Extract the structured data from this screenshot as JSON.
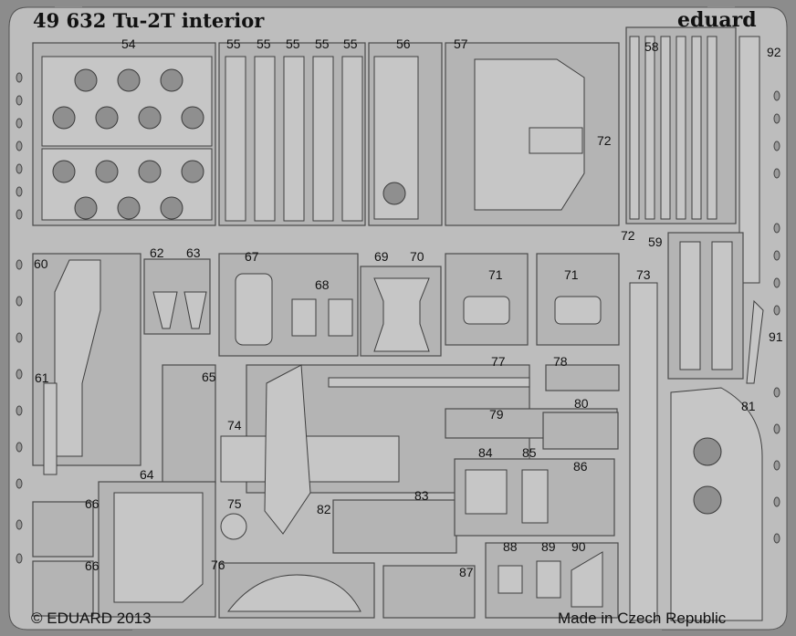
{
  "header": {
    "title": "49 632  Tu-2T interior",
    "brand": "eduard"
  },
  "footer": {
    "copyright": "© EDUARD 2013",
    "origin": "Made in Czech Republic"
  },
  "labels": [
    "54",
    "55",
    "55",
    "55",
    "55",
    "55",
    "56",
    "57",
    "58",
    "92",
    "72",
    "72",
    "59",
    "60",
    "62",
    "63",
    "67",
    "68",
    "69",
    "70",
    "71",
    "71",
    "73",
    "91",
    "77",
    "78",
    "61",
    "65",
    "81",
    "79",
    "80",
    "74",
    "84",
    "85",
    "86",
    "64",
    "82",
    "83",
    "66",
    "66",
    "75",
    "88",
    "89",
    "90",
    "76",
    "87"
  ]
}
